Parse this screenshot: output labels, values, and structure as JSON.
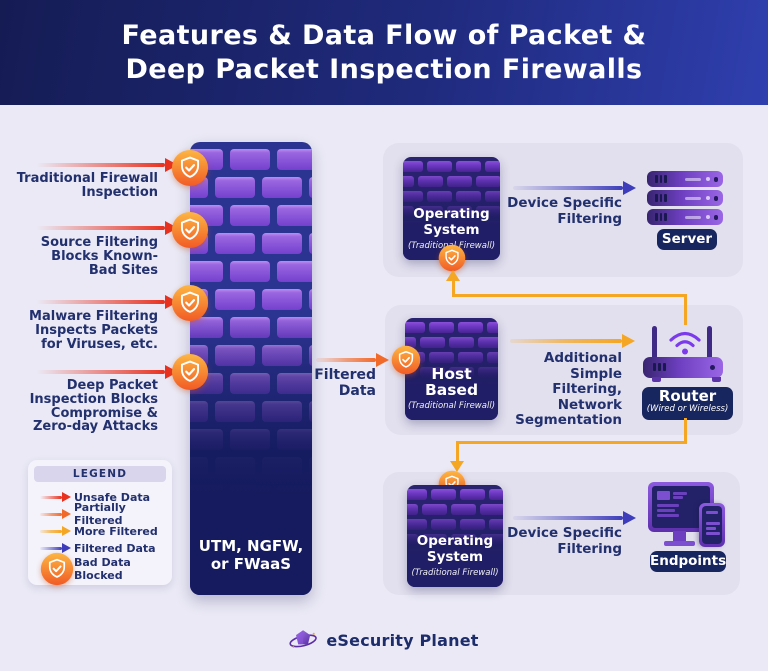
{
  "title": "Features & Data Flow of Packet &\nDeep Packet Inspection Firewalls",
  "flow_labels": [
    {
      "text": "Traditional Firewall\nInspection",
      "arrow_icon": "unsafe-data-arrow"
    },
    {
      "text": "Source Filtering\nBlocks Known-\nBad Sites",
      "arrow_icon": "unsafe-data-arrow"
    },
    {
      "text": "Malware Filtering\nInspects Packets\nfor Viruses, etc.",
      "arrow_icon": "unsafe-data-arrow"
    },
    {
      "text": "Deep Packet\nInspection Blocks\nCompromise &\nZero-day Attacks",
      "arrow_icon": "unsafe-data-arrow"
    }
  ],
  "wall": {
    "label": "UTM, NGFW,\nor  FWaaS",
    "blocked_icon": "shield-check-icon"
  },
  "filtered_data": {
    "label": "Filtered\nData",
    "arrow_icon": "partially-filtered-arrow"
  },
  "top_flow": {
    "firewall_box": {
      "title": "Operating\nSystem",
      "subtitle": "(Traditional Firewall)"
    },
    "arrow_label": "Device Specific\nFiltering",
    "arrow_icon": "filtered-data-arrow",
    "device": {
      "label": "Server",
      "icon": "server-icon"
    }
  },
  "middle_flow": {
    "firewall_box": {
      "title": "Host Based",
      "subtitle": "(Traditional Firewall)"
    },
    "arrow_label": "Additional\nSimple Filtering,\nNetwork\nSegmentation",
    "arrow_icon": "more-filtered-arrow",
    "device": {
      "label": "Router",
      "sublabel": "(Wired or Wireless)",
      "icon": "router-icon"
    }
  },
  "bottom_flow": {
    "firewall_box": {
      "title": "Operating\nSystem",
      "subtitle": "(Traditional Firewall)"
    },
    "arrow_label": "Device Specific\nFiltering",
    "arrow_icon": "filtered-data-arrow",
    "device": {
      "label": "Endpoints",
      "icon": "endpoints-icon"
    }
  },
  "legend": {
    "title": "LEGEND",
    "items": [
      {
        "icon": "unsafe-data-arrow",
        "label": "Unsafe Data",
        "color": "#e8311f"
      },
      {
        "icon": "partially-filtered-arrow",
        "label": "Partially Filtered",
        "color": "#f26a2a"
      },
      {
        "icon": "more-filtered-arrow",
        "label": "More Filtered",
        "color": "#f5a623"
      },
      {
        "icon": "filtered-data-arrow",
        "label": "Filtered Data",
        "color": "#3d3dbb"
      },
      {
        "icon": "shield-check-icon",
        "label": "Bad Data Blocked",
        "color": "#f58220"
      }
    ]
  },
  "footer": {
    "brand": "eSecurity Planet",
    "icon": "planet-shield-icon"
  },
  "colors": {
    "background": "#eae9f5",
    "header_navy": "#1b2470",
    "text_navy": "#22306e",
    "panel": "#e2e0ee",
    "brick_purple": "#8a55dd",
    "mortar_navy": "#2c3492",
    "badge_navy": "#18265f",
    "shield_orange": "#f58220"
  }
}
